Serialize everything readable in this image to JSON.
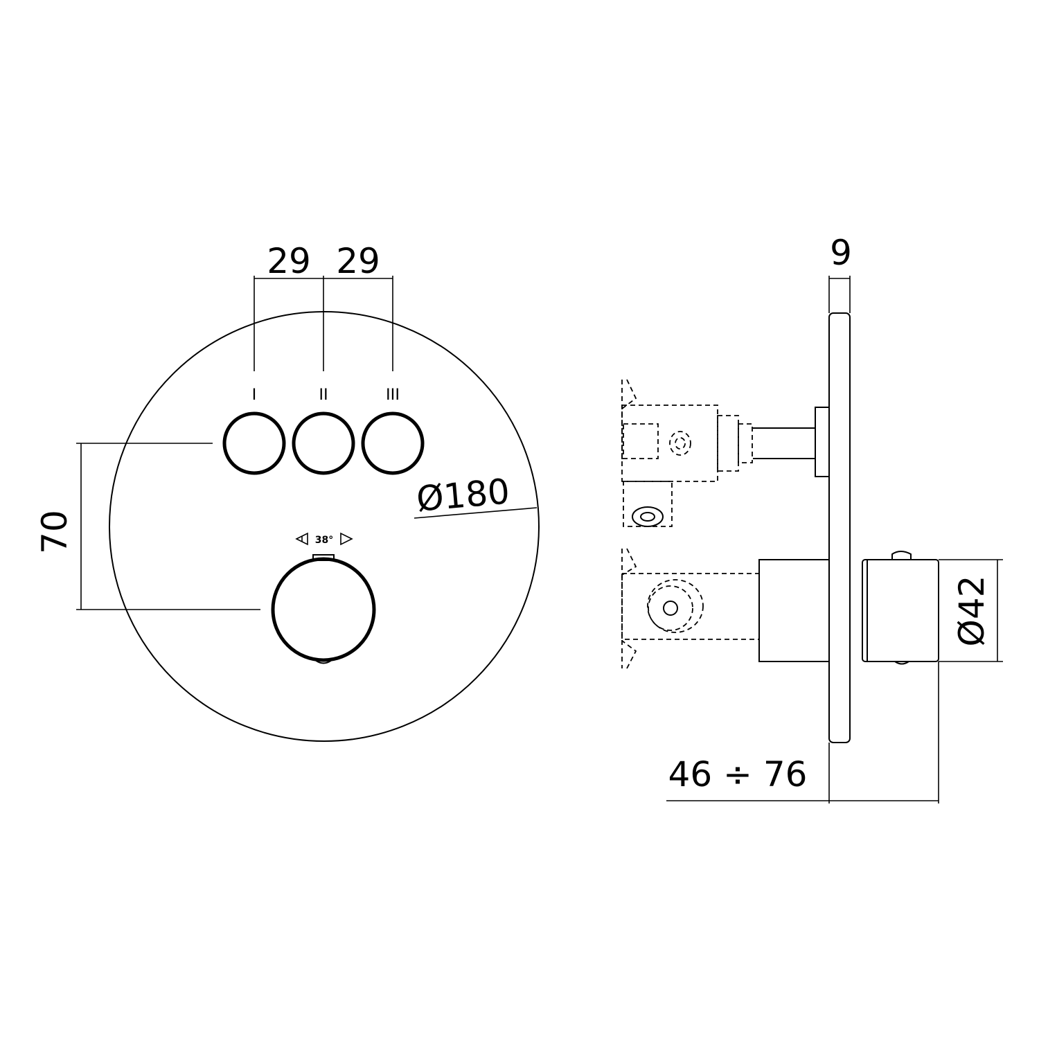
{
  "front_view": {
    "plate_diameter": "Ø180",
    "button_labels": [
      "I",
      "II",
      "III"
    ],
    "spacing_left": "29",
    "spacing_right": "29",
    "vertical_distance": "70",
    "rotation_label": "38°"
  },
  "side_view": {
    "plate_thickness": "9",
    "handle_diameter": "Ø42",
    "installation_depth": "46 ÷ 76"
  }
}
